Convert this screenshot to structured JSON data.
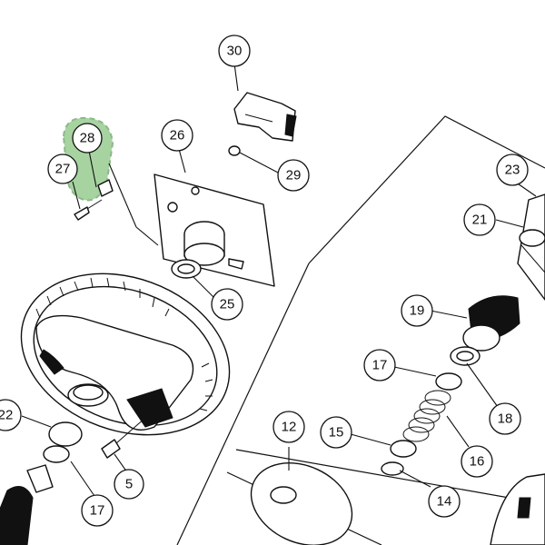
{
  "highlight_color": "#a7d3a0",
  "callouts": [
    {
      "id": "30",
      "label": "30"
    },
    {
      "id": "26",
      "label": "26"
    },
    {
      "id": "28",
      "label": "28"
    },
    {
      "id": "27",
      "label": "27"
    },
    {
      "id": "29",
      "label": "29"
    },
    {
      "id": "25",
      "label": "25"
    },
    {
      "id": "23",
      "label": "23"
    },
    {
      "id": "21",
      "label": "21"
    },
    {
      "id": "19",
      "label": "19"
    },
    {
      "id": "17a",
      "label": "17"
    },
    {
      "id": "18",
      "label": "18"
    },
    {
      "id": "16",
      "label": "16"
    },
    {
      "id": "15",
      "label": "15"
    },
    {
      "id": "14",
      "label": "14"
    },
    {
      "id": "12",
      "label": "12"
    },
    {
      "id": "22",
      "label": "22"
    },
    {
      "id": "17b",
      "label": "17"
    },
    {
      "id": "5",
      "label": "5"
    }
  ]
}
